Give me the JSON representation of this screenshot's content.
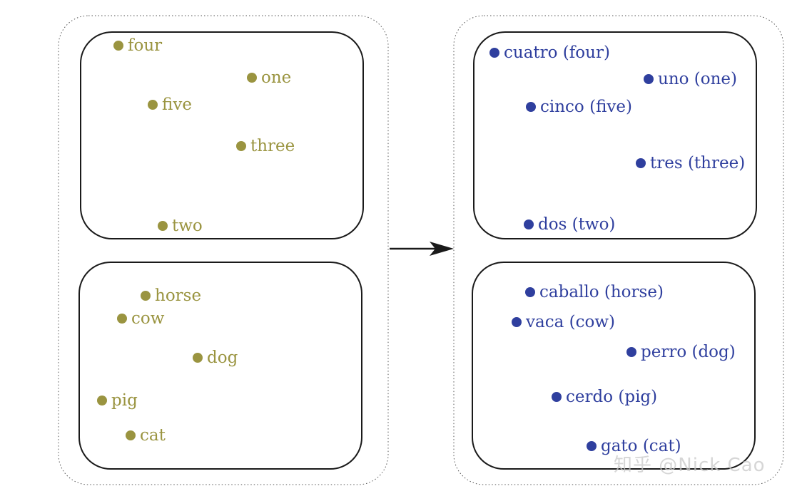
{
  "colors": {
    "english": "#9a9440",
    "spanish": "#2f3f9e",
    "stroke": "#1a1a1a"
  },
  "english": {
    "numbers": [
      "four",
      "one",
      "five",
      "three",
      "two"
    ],
    "animals": [
      "horse",
      "cow",
      "dog",
      "pig",
      "cat"
    ]
  },
  "spanish": {
    "numbers": [
      "cuatro (four)",
      "uno (one)",
      "cinco (five)",
      "tres (three)",
      "dos (two)"
    ],
    "animals": [
      "caballo (horse)",
      "vaca (cow)",
      "perro (dog)",
      "cerdo (pig)",
      "gato (cat)"
    ]
  },
  "watermark": "知乎 @Nick Cao"
}
